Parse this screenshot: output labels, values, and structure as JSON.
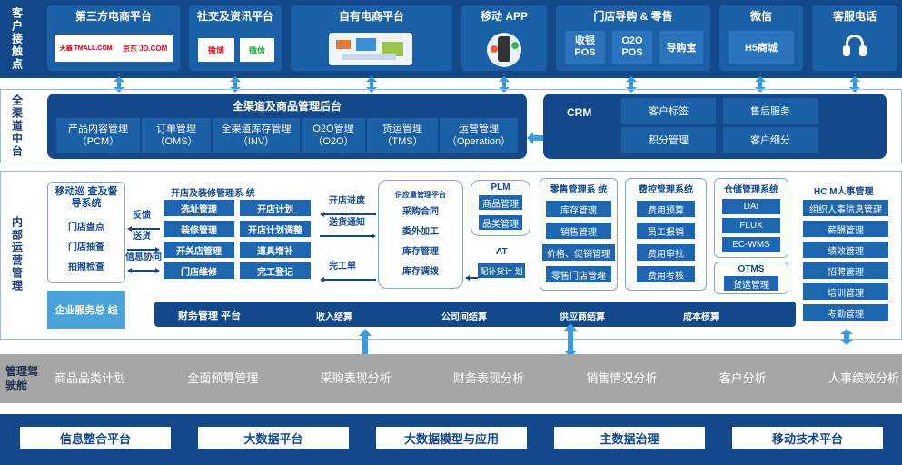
{
  "customer": {
    "side_label": "客户接触点",
    "channels": [
      {
        "title": "第三方电商平台",
        "logos": [
          "天猫 TMALL.COM",
          "京东 JD.COM"
        ]
      },
      {
        "title": "社交及资讯平台",
        "logos": [
          "微博",
          "微信"
        ]
      },
      {
        "title": "自有电商平台"
      },
      {
        "title": "移动 APP"
      },
      {
        "title": "门店导购 & 零售",
        "items": [
          "收银 POS",
          "O2O POS",
          "导购宝"
        ]
      },
      {
        "title": "微信",
        "items": [
          "H5商城"
        ]
      },
      {
        "title": "客服电话"
      }
    ]
  },
  "omni": {
    "side_label": "全渠道中台",
    "backend_title": "全渠道及商品管理后台",
    "modules": [
      {
        "name": "产品内容管理",
        "abbr": "（PCM）"
      },
      {
        "name": "订单管理",
        "abbr": "（OMS）"
      },
      {
        "name": "全渠道库存管理",
        "abbr": "（INV）"
      },
      {
        "name": "O2O管理",
        "abbr": "（O2O）"
      },
      {
        "name": "货运管理",
        "abbr": "（TMS）"
      },
      {
        "name": "运营管理",
        "abbr": "（Operation）"
      }
    ],
    "crm": {
      "title": "CRM",
      "items": [
        "客户标签",
        "售后服务",
        "积分管理",
        "客户细分"
      ]
    }
  },
  "ops": {
    "side_label": "内部运营管理",
    "patrol": {
      "title": "移动巡 查及督导系统",
      "items": [
        "门店盘点",
        "门店抽查",
        "拍照检查"
      ]
    },
    "flow_labels": [
      "反馈",
      "送货",
      "信息协同"
    ],
    "store": {
      "title": "开店及装修管理系 统",
      "items": [
        "选址管理",
        "开店计划",
        "装修管理",
        "开店计划调整",
        "开关店管理",
        "道具增补",
        "门店维修",
        "完工登记"
      ]
    },
    "store_flow": [
      "开店进度",
      "送货通知",
      "完工单"
    ],
    "supply": {
      "title": "供应量管理平台",
      "items": [
        "采购合同",
        "委外加工",
        "库存管理",
        "库存调拨"
      ]
    },
    "plm": {
      "title": "PLM",
      "items": [
        "商品管理",
        "品类管理"
      ]
    },
    "at": {
      "title": "AT",
      "items": [
        "配补货计 划"
      ]
    },
    "retail": {
      "title": "零售管理系 统",
      "items": [
        "库存管理",
        "销售管理",
        "价格、促销管理",
        "零售门店管理"
      ]
    },
    "cost": {
      "title": "费控管理系统",
      "items": [
        "费用预算",
        "员工报销",
        "费用审批",
        "费用考核"
      ]
    },
    "wms": {
      "title": "仓储管理系统",
      "items": [
        "DAI",
        "FLUX",
        "EC-WMS"
      ]
    },
    "otms": {
      "title": "OTMS",
      "items": [
        "货运管理"
      ]
    },
    "hcm": {
      "title": "HC M人事管理",
      "items": [
        "组织人事信息管理",
        "薪酬管理",
        "绩效管理",
        "招聘管理",
        "培训管理",
        "考勤管理"
      ]
    },
    "enterprise": "企业服务总 线",
    "finance": {
      "title": "财务管理 平台",
      "items": [
        "收入结算",
        "公司间结算",
        "供应商结算",
        "成本核算"
      ]
    }
  },
  "cockpit": {
    "side_label": "管理驾驶舱",
    "items": [
      "商品品类计划",
      "全面预算管理",
      "采购表现分析",
      "财务表现分析",
      "销售情况分析",
      "客户分析",
      "人事绩效分析"
    ]
  },
  "platform": {
    "items": [
      "信息整合平台",
      "大数据平台",
      "大数据模型与应用",
      "主数据治理",
      "移动技术平台"
    ]
  }
}
